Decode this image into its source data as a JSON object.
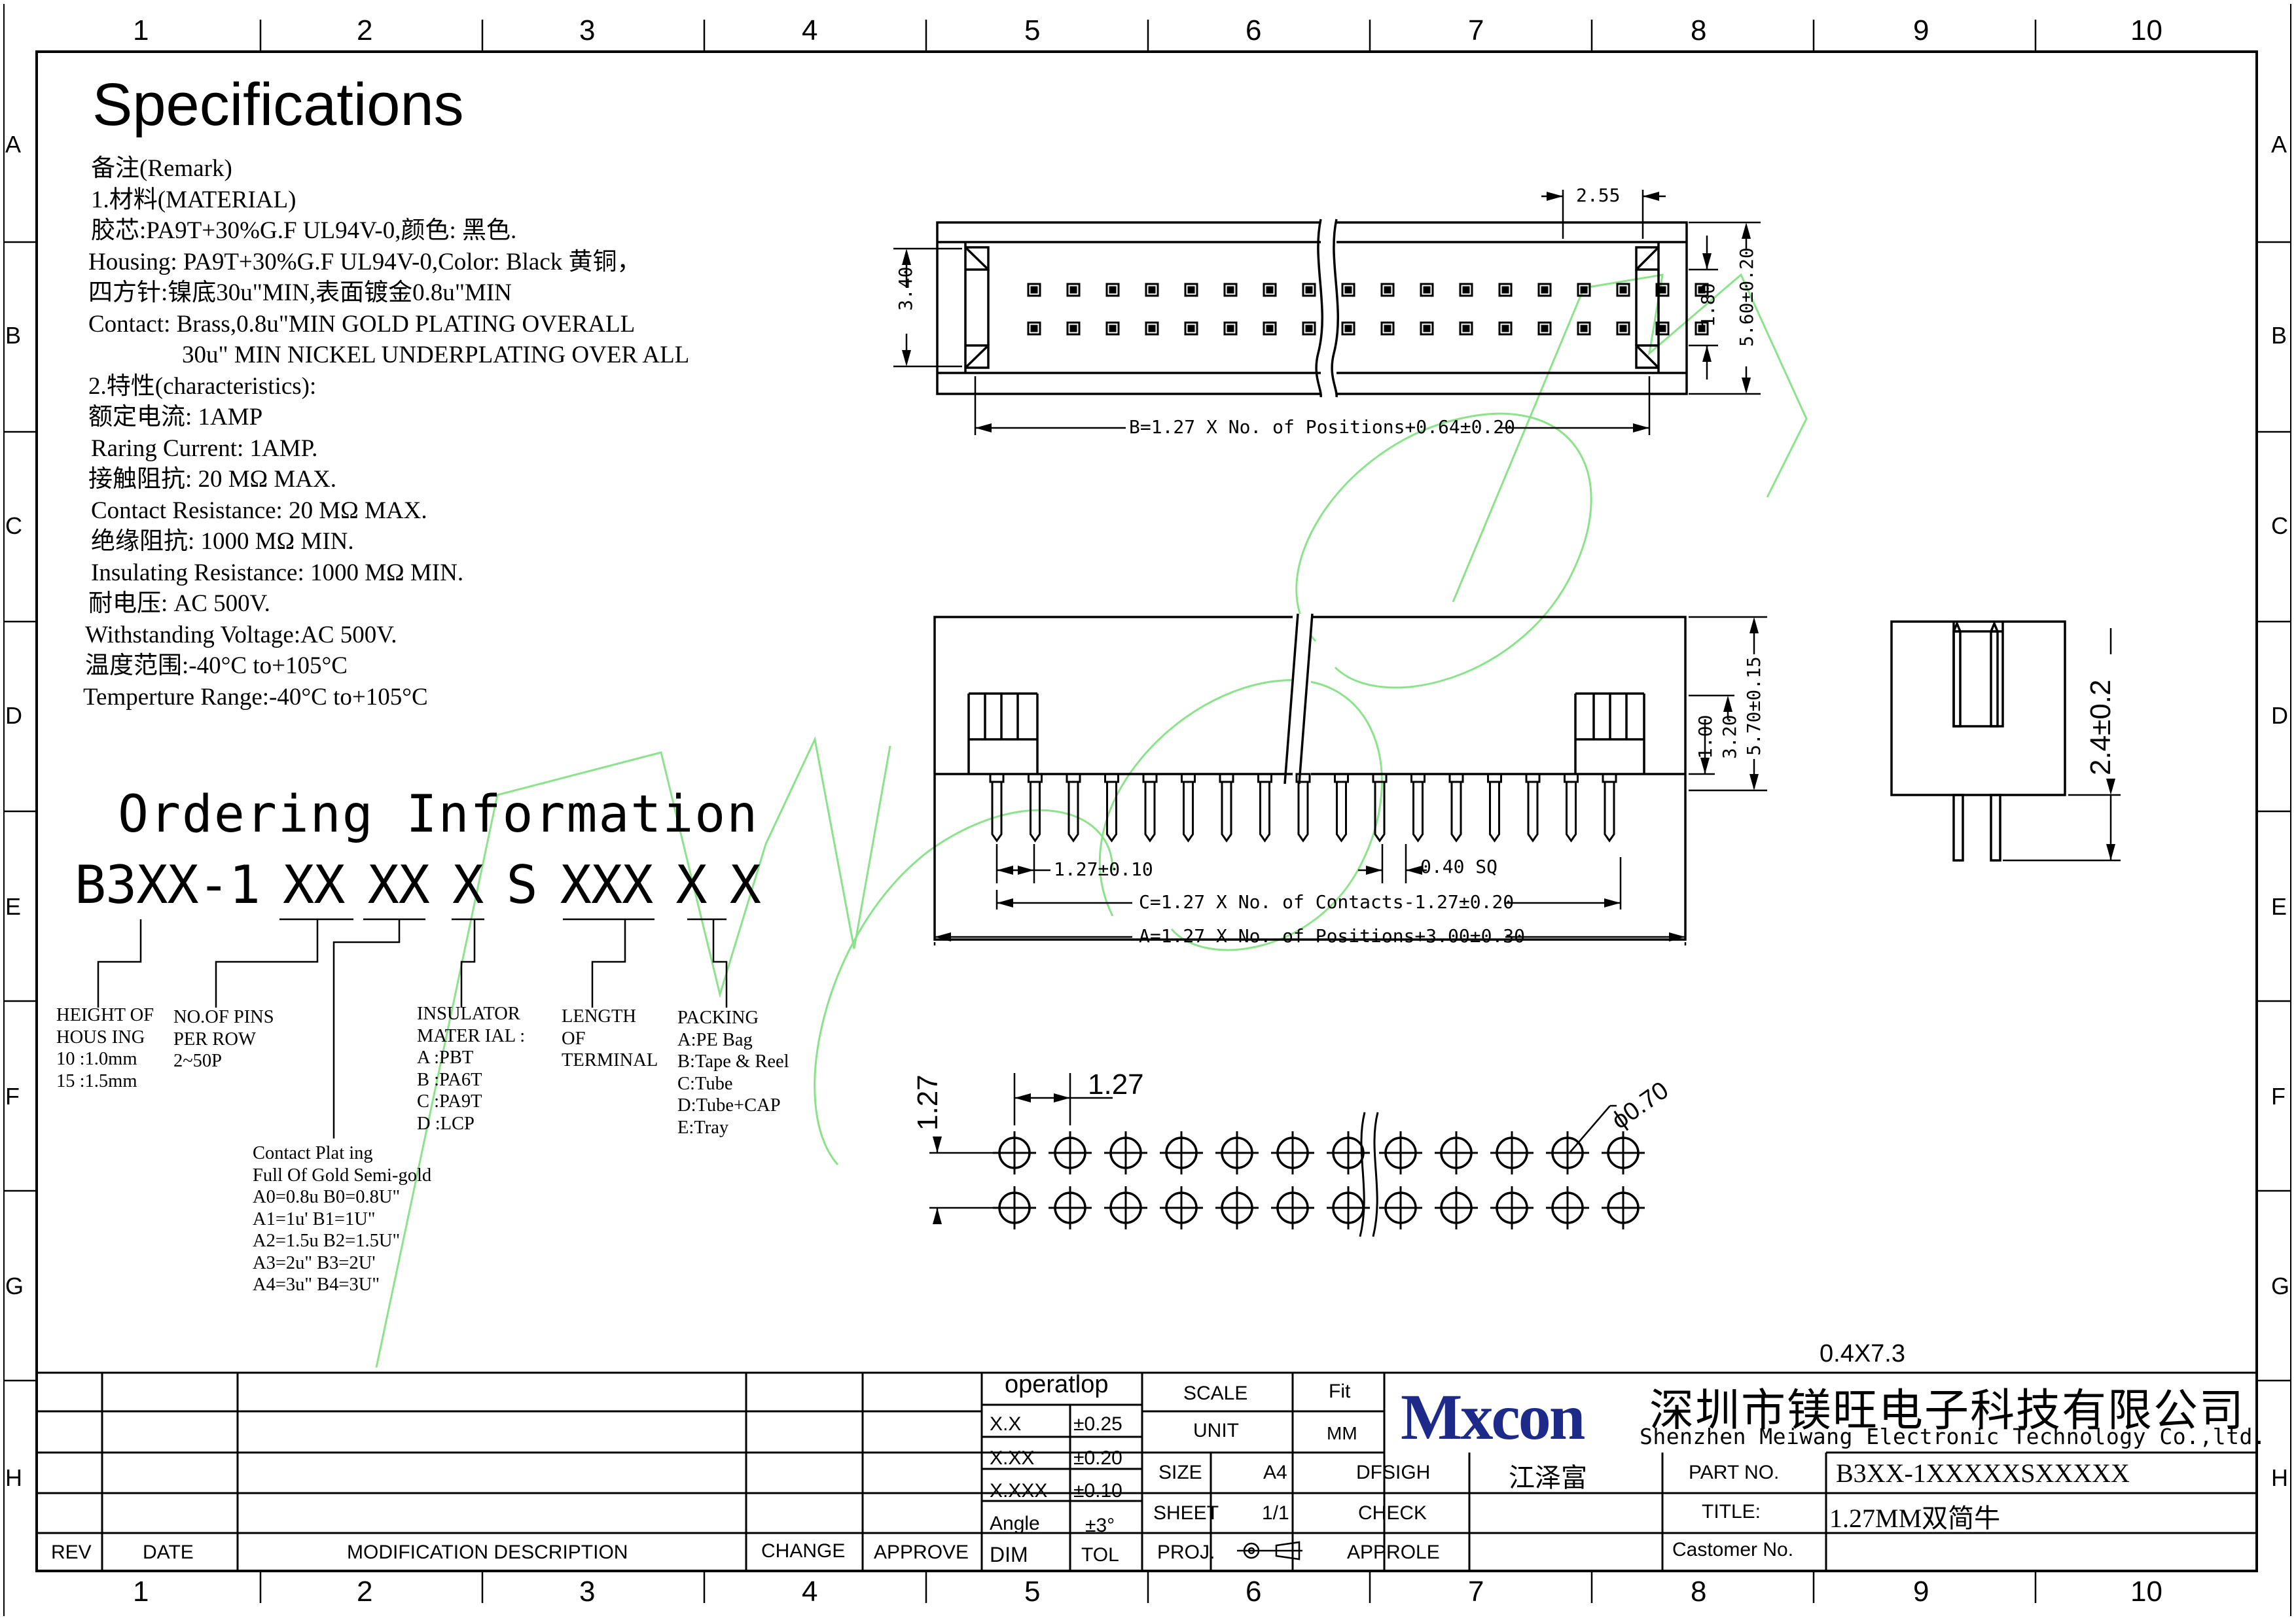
{
  "frame": {
    "columns": [
      "1",
      "2",
      "3",
      "4",
      "5",
      "6",
      "7",
      "8",
      "9",
      "10"
    ],
    "rows": [
      "A",
      "B",
      "C",
      "D",
      "E",
      "F",
      "G",
      "H"
    ]
  },
  "specifications": {
    "heading": "Specifications",
    "remark_lines": [
      "备注(Remark)",
      "1.材料(MATERIAL)",
      "胶芯:PA9T+30%G.F UL94V-0,颜色: 黑色.",
      "Housing: PA9T+30%G.F UL94V-0,Color: Black 黄铜，",
      "四方针:镍底30u\"MIN,表面镀金0.8u\"MIN",
      "Contact: Brass,0.8u\"MIN GOLD PLATING OVERALL",
      "30u\" MIN NICKEL UNDERPLATING OVER ALL",
      "2.特性(characteristics):",
      "额定电流: 1AMP",
      "Raring Current: 1AMP.",
      "接触阻抗: 20 MΩ MAX.",
      "Contact Resistance: 20 MΩ MAX.",
      "绝缘阻抗: 1000 MΩ MIN.",
      "Insulating Resistance: 1000 MΩ MIN.",
      "耐电压: AC 500V.",
      "Withstanding Voltage:AC 500V.",
      "温度范围:-40°C to+105°C",
      "Temperture Range:-40°C to+105°C"
    ]
  },
  "ordering": {
    "heading": "Ordering Information",
    "code": "B3XX-1 XX XX X S XXX X X",
    "height": {
      "title_1": "HEIGHT OF",
      "title_2": "HOUS ING",
      "opt_1": "10 :1.0mm",
      "opt_2": "15 :1.5mm"
    },
    "pins": {
      "title_1": "NO.OF PINS",
      "title_2": "PER ROW",
      "opt_1": "2~50P"
    },
    "plating": {
      "title_1": "Contact Plat ing",
      "title_2": "Full Of Gold Semi-gold",
      "opts": [
        "A0=0.8u B0=0.8U\"",
        "A1=1u' B1=1U\"",
        "A2=1.5u B2=1.5U\"",
        "A3=2u\" B3=2U'",
        "A4=3u\" B4=3U\""
      ]
    },
    "insulator": {
      "title_1": "INSULATOR",
      "title_2": "MATER IAL :",
      "opts": [
        "A :PBT",
        "B :PA6T",
        "C :PA9T",
        "D :LCP"
      ]
    },
    "length": {
      "title_1": "LENGTH",
      "title_2": "OF",
      "title_3": "TERMINAL"
    },
    "packing": {
      "title": "PACKING",
      "opts": [
        "A:PE Bag",
        "B:Tape & Reel",
        "C:Tube",
        "D:Tube+CAP",
        "E:Tray"
      ]
    }
  },
  "dimensions": {
    "d_255": "2.55",
    "d_340": "3.40",
    "d_180": "1.80",
    "d_560": "5.60±0.20",
    "b_formula": "B=1.27 X No. of Positions+0.64±0.20",
    "d_570": "5.70±0.15",
    "d_320": "3.20",
    "d_100": "1.00",
    "d_127tol": "1.27±0.10",
    "d_040sq": "0.40 SQ",
    "c_formula": "C=1.27 X No. of Contacts-1.27±0.20",
    "a_formula": "A=1.27 X No. of Positions+3.00±0.30",
    "d_24": "2.4±0.2",
    "pcb_pitch_x": "1.27",
    "pcb_pitch_y": "1.27",
    "pcb_hole": "ϕ0.70",
    "pin_size": "0.4X7.3"
  },
  "title_block": {
    "revision_headers": {
      "rev": "REV",
      "date": "DATE",
      "desc": "MODIFICATION DESCRIPTION",
      "change": "CHANGE",
      "approve": "APPROVE"
    },
    "operatlop": "operatlop",
    "tolerances": [
      {
        "dim": "X.X",
        "tol": "±0.25"
      },
      {
        "dim": "X.XX",
        "tol": "±0.20"
      },
      {
        "dim": "X.XXX",
        "tol": "±0.10"
      },
      {
        "dim": "Angle",
        "tol": "±3°"
      }
    ],
    "dim_label": "DIM",
    "tol_label": "TOL",
    "scale_label": "SCALE",
    "scale_value": "Fit",
    "unit_label": "UNIT",
    "unit_value": "MM",
    "size_label": "SIZE",
    "size_value": "A4",
    "sheet_label": "SHEET",
    "sheet_value": "1/1",
    "proj_label": "PROJ.",
    "dfsigh_label": "DFSIGH",
    "dfsigh_value": "江泽富",
    "check_label": "CHECK",
    "approle_label": "APPROLE",
    "brand": "Mxcon",
    "company_cn": "深圳市镁旺电子科技有限公司",
    "company_en": "Shenzhen Meiwang Electronic Technology Co.,ltd.",
    "part_no_label": "PART NO.",
    "part_no_value": "B3XX-1XXXXXSXXXXX",
    "title_label": "TITLE:",
    "title_value": "1.27MM双简牛",
    "customer_label": "Castomer No."
  }
}
